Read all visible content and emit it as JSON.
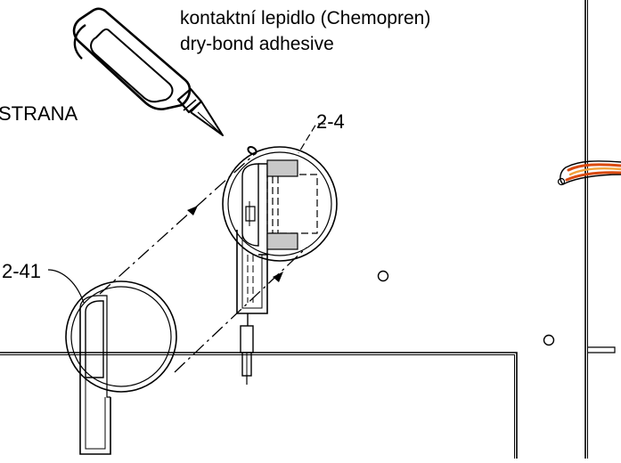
{
  "diagram": {
    "adhesive_note": {
      "line1": "kontaktní lepidlo (Chemopren)",
      "line2": "dry-bond adhesive"
    },
    "side_label": "STRANA",
    "part_labels": {
      "upper_part": "2-4",
      "lower_part": "2-41"
    }
  },
  "colors": {
    "line": "#000000",
    "pad_fill": "#c8c8c8",
    "wire_outer": "#d94a10",
    "wire_inner": "#f2a23a",
    "background": "#ffffff"
  },
  "icons": {
    "adhesive": "glue-bottle-icon",
    "wire": "wire-bundle-icon"
  }
}
